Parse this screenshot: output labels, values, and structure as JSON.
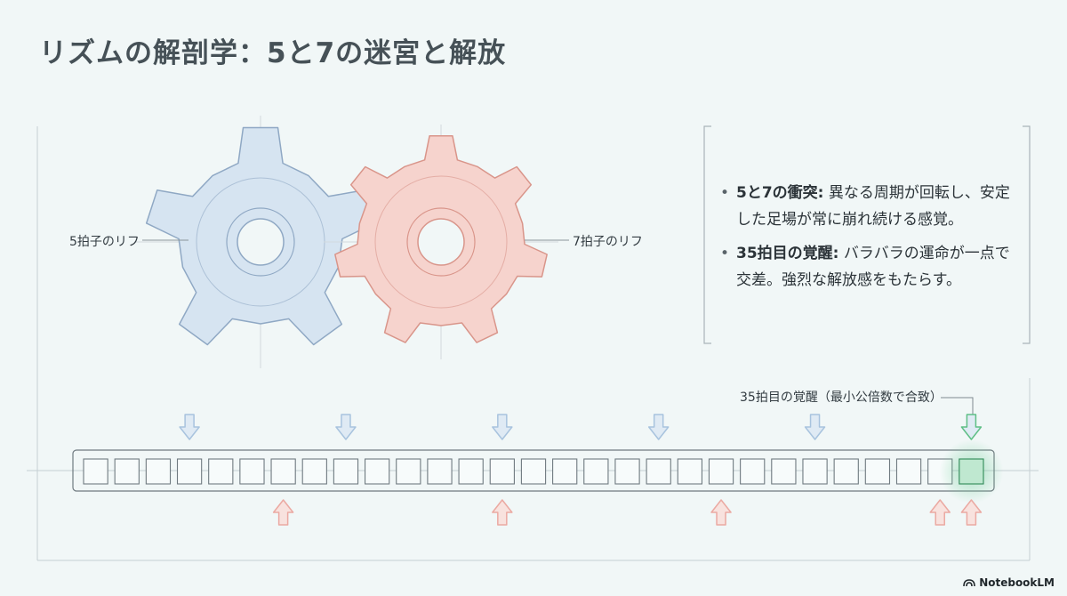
{
  "title": "リズムの解剖学：5と7の迷宮と解放",
  "gears": {
    "left_label": "5拍子のリフ",
    "right_label": "7拍子のリフ",
    "left_color": "#d6e4f1",
    "left_stroke": "#8fa8c4",
    "right_color": "#f6d3cd",
    "right_stroke": "#d9958a"
  },
  "bullets": [
    {
      "term": "5と7の衝突:",
      "text": " 異なる周期が回転し、安定した足場が常に崩れ続ける感覚。"
    },
    {
      "term": "35拍目の覚醒:",
      "text": " バラバラの運命が一点で交差。強烈な解放感をもたらす。"
    }
  ],
  "timeline": {
    "total_cells": 29,
    "blue_every": 5,
    "red_every": 7,
    "blue_color": "#a8c3de",
    "red_color": "#eba9a2",
    "green_color": "#6fcf97",
    "callout": "35拍目の覚醒（最小公倍数で合致）"
  },
  "brand": "NotebookLM"
}
